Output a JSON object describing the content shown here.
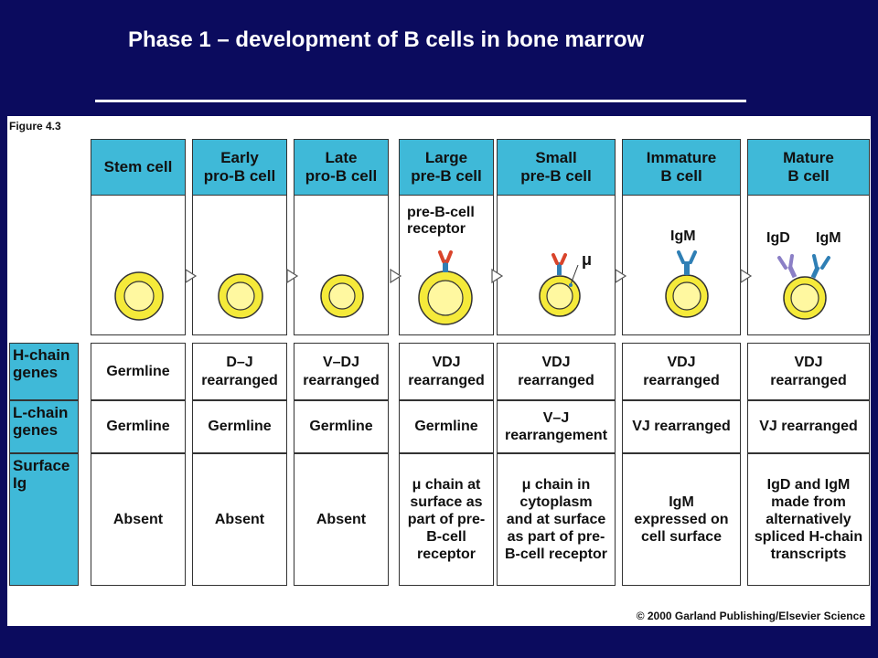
{
  "slide": {
    "title": "Phase 1 – development of B cells in bone marrow"
  },
  "figure": {
    "label": "Figure 4.3",
    "copyright": "© 2000 Garland Publishing/Elsevier Science",
    "columns": [
      {
        "header": "Stem cell"
      },
      {
        "header": "Early\npro-B cell"
      },
      {
        "header": "Late\npro-B cell"
      },
      {
        "header": "Large\npre-B cell",
        "pic_label": "pre-B-cell\nreceptor"
      },
      {
        "header": "Small\npre-B cell",
        "pic_label": "μ"
      },
      {
        "header": "Immature\nB cell",
        "pic_label": "IgM"
      },
      {
        "header": "Mature\nB cell",
        "pic_label": "IgD",
        "pic_label2": "IgM"
      }
    ],
    "rows": [
      {
        "label": "H-chain\ngenes",
        "cells": [
          "Germline",
          "D–J\nrearranged",
          "V–DJ\nrearranged",
          "VDJ\nrearranged",
          "VDJ\nrearranged",
          "VDJ\nrearranged",
          "VDJ\nrearranged"
        ]
      },
      {
        "label": "L-chain\ngenes",
        "cells": [
          "Germline",
          "Germline",
          "Germline",
          "Germline",
          "V–J\nrearrangement",
          "VJ rearranged",
          "VJ rearranged"
        ]
      },
      {
        "label": "Surface\nIg",
        "cells": [
          "Absent",
          "Absent",
          "Absent",
          "μ chain at\nsurface as\npart of pre-\nB-cell\nreceptor",
          "μ chain in\ncytoplasm\nand at surface\nas part of pre-\nB-cell receptor",
          "IgM\nexpressed on\ncell surface",
          "IgD and IgM\nmade from\nalternatively\nspliced H-chain\ntranscripts"
        ]
      }
    ],
    "colors": {
      "background": "#0b0b5e",
      "header_fill": "#3fb9d8",
      "cell_yellow": "#f5ea3a",
      "cell_nucleus": "#fff8a0",
      "receptor_blue": "#2f7fb5",
      "receptor_red": "#d9442b",
      "igd_purple": "#8b7fc6"
    }
  }
}
